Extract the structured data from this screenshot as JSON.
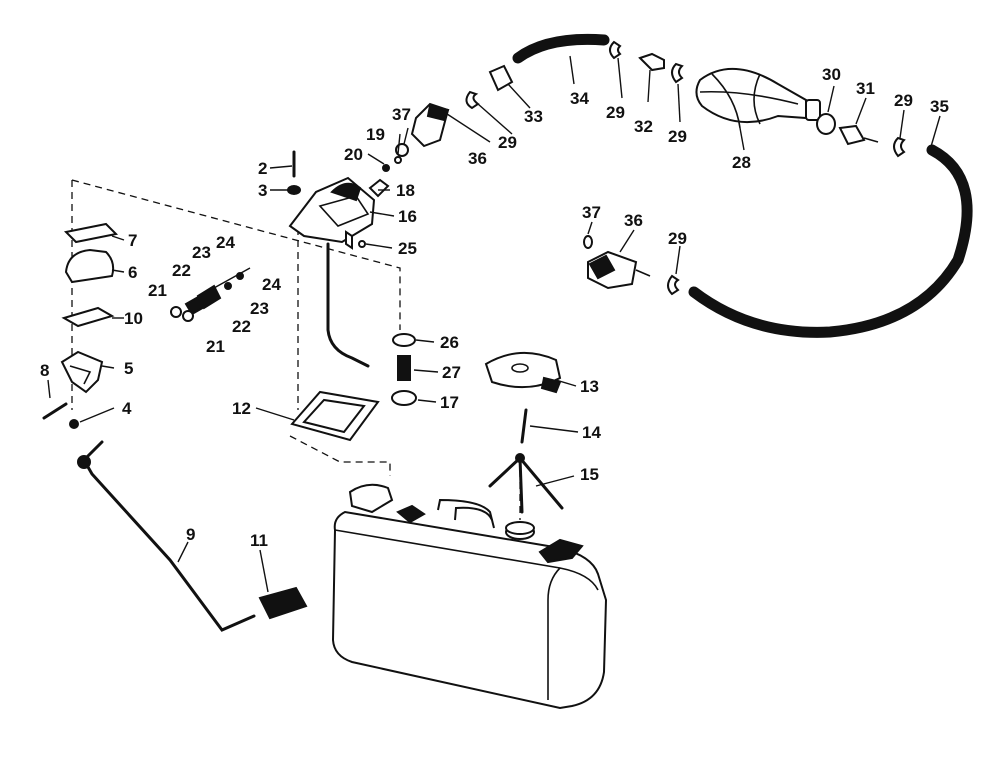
{
  "callouts": [
    {
      "id": "c2",
      "text": "2"
    },
    {
      "id": "c3",
      "text": "3"
    },
    {
      "id": "c4",
      "text": "4"
    },
    {
      "id": "c5",
      "text": "5"
    },
    {
      "id": "c6",
      "text": "6"
    },
    {
      "id": "c7",
      "text": "7"
    },
    {
      "id": "c8",
      "text": "8"
    },
    {
      "id": "c9",
      "text": "9"
    },
    {
      "id": "c10",
      "text": "10"
    },
    {
      "id": "c11",
      "text": "11"
    },
    {
      "id": "c12",
      "text": "12"
    },
    {
      "id": "c13",
      "text": "13"
    },
    {
      "id": "c14",
      "text": "14"
    },
    {
      "id": "c15",
      "text": "15"
    },
    {
      "id": "c16",
      "text": "16"
    },
    {
      "id": "c17",
      "text": "17"
    },
    {
      "id": "c18",
      "text": "18"
    },
    {
      "id": "c19",
      "text": "19"
    },
    {
      "id": "c20",
      "text": "20"
    },
    {
      "id": "c21a",
      "text": "21"
    },
    {
      "id": "c21b",
      "text": "21"
    },
    {
      "id": "c22a",
      "text": "22"
    },
    {
      "id": "c22b",
      "text": "22"
    },
    {
      "id": "c23a",
      "text": "23"
    },
    {
      "id": "c23b",
      "text": "23"
    },
    {
      "id": "c24a",
      "text": "24"
    },
    {
      "id": "c24b",
      "text": "24"
    },
    {
      "id": "c25",
      "text": "25"
    },
    {
      "id": "c26",
      "text": "26"
    },
    {
      "id": "c27",
      "text": "27"
    },
    {
      "id": "c28",
      "text": "28"
    },
    {
      "id": "c29a",
      "text": "29"
    },
    {
      "id": "c29b",
      "text": "29"
    },
    {
      "id": "c29c",
      "text": "29"
    },
    {
      "id": "c29d",
      "text": "29"
    },
    {
      "id": "c29e",
      "text": "29"
    },
    {
      "id": "c30",
      "text": "30"
    },
    {
      "id": "c31",
      "text": "31"
    },
    {
      "id": "c32",
      "text": "32"
    },
    {
      "id": "c33",
      "text": "33"
    },
    {
      "id": "c34",
      "text": "34"
    },
    {
      "id": "c35",
      "text": "35"
    },
    {
      "id": "c36a",
      "text": "36"
    },
    {
      "id": "c36b",
      "text": "36"
    },
    {
      "id": "c37a",
      "text": "37"
    },
    {
      "id": "c37b",
      "text": "37"
    }
  ]
}
